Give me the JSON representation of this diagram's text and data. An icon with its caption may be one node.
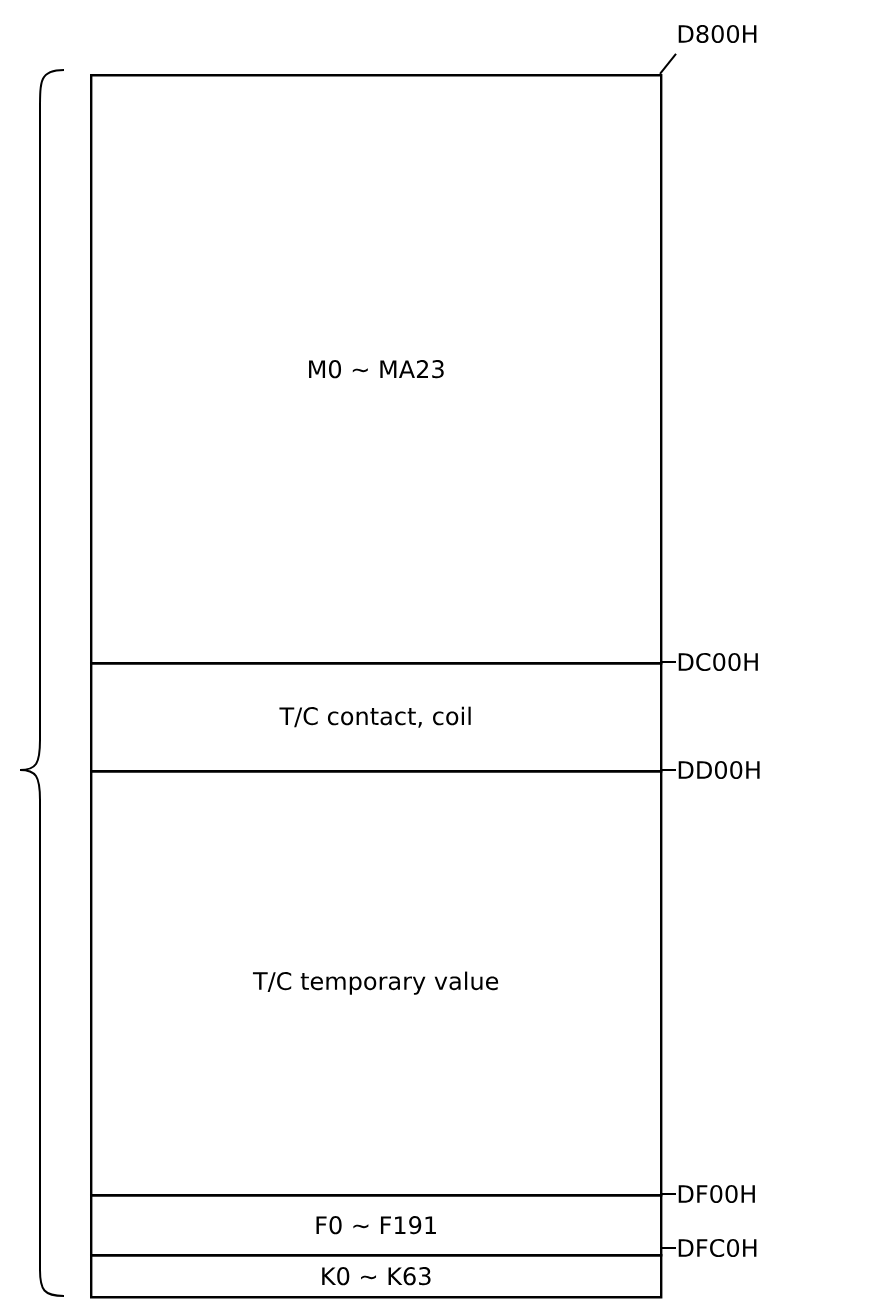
{
  "diagram": {
    "nodes": [
      {
        "text": [
          "M0 ∼ MA23"
        ],
        "beside": [
          "D800H"
        ]
      },
      {
        "text": [
          "T/C contact, coil"
        ],
        "beside": [
          "DC00H"
        ]
      },
      {
        "text": [
          "T/C temporary value"
        ],
        "beside": [
          "DD00H"
        ]
      },
      {
        "text": [
          "F0 ∼ F191"
        ],
        "beside": [
          "DF00H"
        ]
      },
      {
        "text": [
          "K0 ∼ K63"
        ],
        "beside": [
          "DFC0H"
        ]
      }
    ]
  }
}
